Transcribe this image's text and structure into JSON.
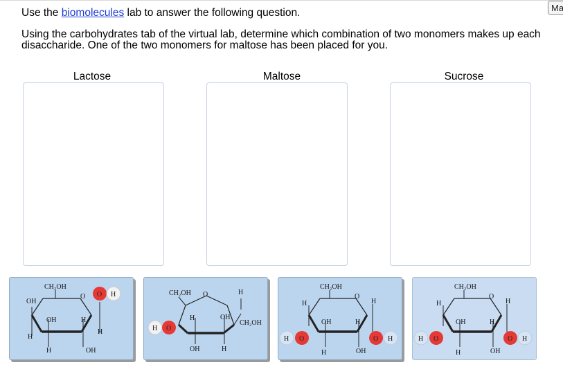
{
  "corner_button": {
    "label": "Ma"
  },
  "question": {
    "prefix": "Use the ",
    "link": "biomolecules",
    "suffix": " lab to answer the following question.",
    "instruction": "Using the carbohydrates tab of the virtual lab, determine which combination of two monomers makes up each disaccharide. One of the two monomers for maltose has been placed for you."
  },
  "columns": [
    "Lactose",
    "Maltose",
    "Sucrose"
  ],
  "molecules": {
    "galactose": {
      "ch2oh": "CH₂OH",
      "ring_o": "O",
      "oh": "OH",
      "h": "H",
      "o_circle": "O"
    },
    "fructose": {
      "ch2oh": "CH₂OH",
      "ring_o": "O",
      "oh": "OH",
      "h": "H",
      "o_circle": "O"
    },
    "glucose": {
      "ch2oh": "CH₂OH",
      "ring_o": "O",
      "oh": "OH",
      "h": "H",
      "o_circle": "O"
    },
    "glucose_placed": {
      "ch2oh": "CH₂OH",
      "ring_o": "O",
      "oh": "OH",
      "h": "H",
      "o_circle": "O"
    }
  },
  "colors": {
    "tile": "#bcd5ee",
    "tile_placed": "#c9dcf2",
    "oxygen": "#e53935",
    "link": "#1a3bd6"
  }
}
